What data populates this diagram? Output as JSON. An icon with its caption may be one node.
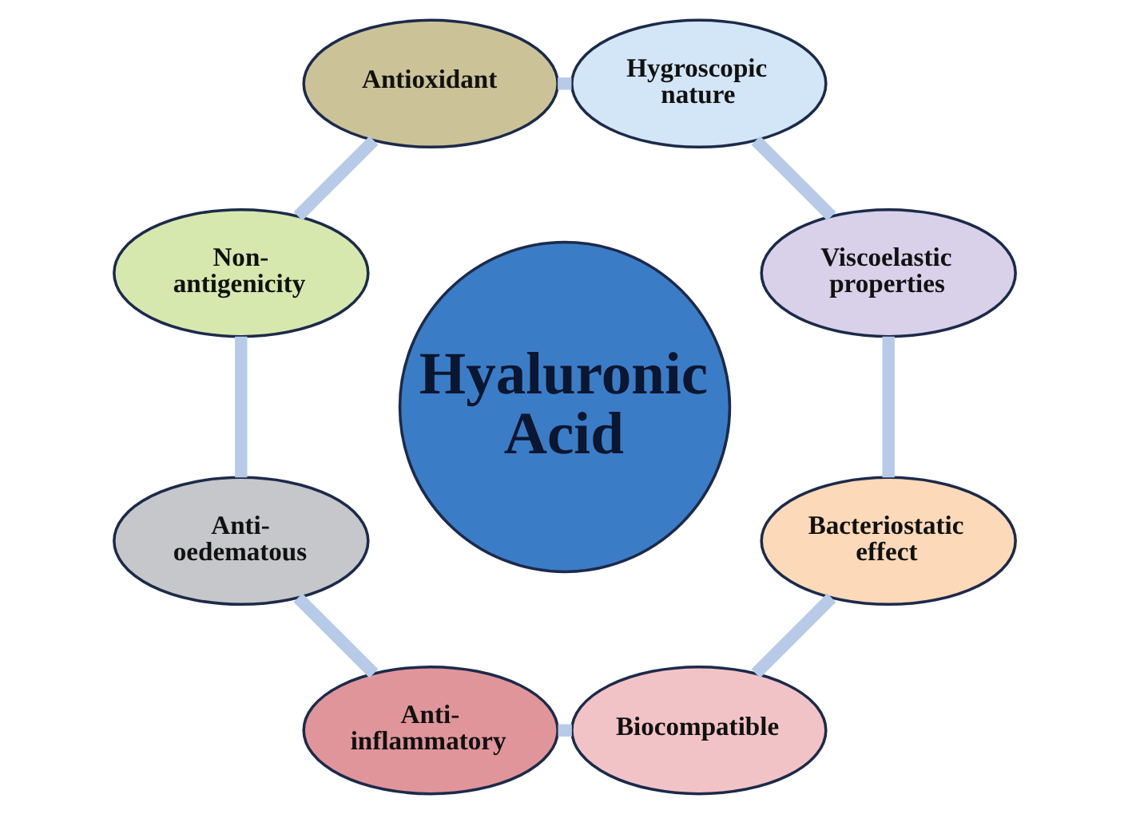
{
  "diagram": {
    "nodes": [
      {
        "text": [
          "Hyaluronic Acid"
        ]
      },
      {
        "text": [
          "Hygroscopic nature"
        ]
      },
      {
        "text": [
          "Viscoelastic properties"
        ]
      },
      {
        "text": [
          "Bacteriostatic effect"
        ]
      },
      {
        "text": [
          "Biocompatible"
        ]
      },
      {
        "text": [
          "Anti- inflammatory"
        ]
      },
      {
        "text": [
          "Anti- oedematous"
        ]
      },
      {
        "text": [
          "Non- antigenicity"
        ]
      },
      {
        "text": [
          "Antioxidant"
        ]
      }
    ],
    "edges": [
      {
        "from": 1,
        "to": 2,
        "arrow": "none"
      },
      {
        "from": 2,
        "to": 3,
        "arrow": "none"
      },
      {
        "from": 3,
        "to": 4,
        "arrow": "none"
      },
      {
        "from": 4,
        "to": 5,
        "arrow": "none"
      },
      {
        "from": 5,
        "to": 6,
        "arrow": "none"
      },
      {
        "from": 6,
        "to": 7,
        "arrow": "none"
      },
      {
        "from": 7,
        "to": 8,
        "arrow": "none"
      },
      {
        "from": 8,
        "to": 1,
        "arrow": "none"
      }
    ]
  }
}
